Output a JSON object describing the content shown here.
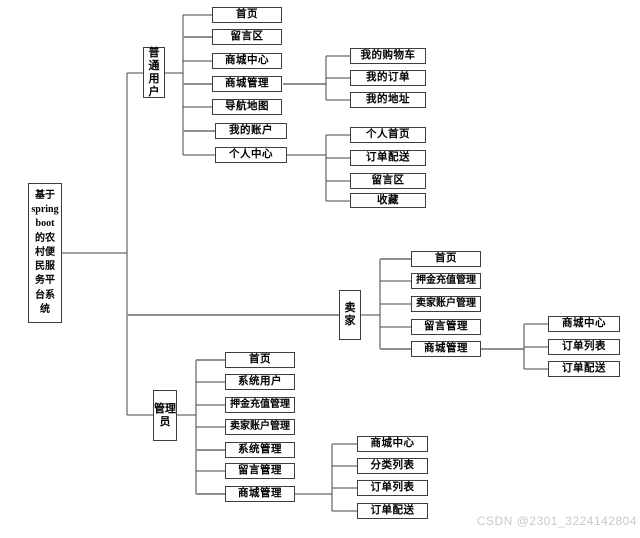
{
  "watermark": "CSDN @2301_3224142804",
  "diagram": {
    "root": {
      "label": "基于\nspring\nboot\n的农\n村便\n民服\n务平\n台系\n统"
    },
    "user": {
      "label": "普通用户",
      "items": [
        "首页",
        "留言区",
        "商城中心",
        "商城管理",
        "导航地图",
        "我的账户",
        "个人中心"
      ],
      "mall": [
        "我的购物车",
        "我的订单",
        "我的地址"
      ],
      "personal": [
        "个人首页",
        "订单配送",
        "留言区",
        "收藏"
      ]
    },
    "seller": {
      "label": "卖家",
      "items": [
        "首页",
        "押金充值管理",
        "卖家账户管理",
        "留言管理",
        "商城管理"
      ],
      "mall": [
        "商城中心",
        "订单列表",
        "订单配送"
      ]
    },
    "admin": {
      "label": "管理员",
      "items": [
        "首页",
        "系统用户",
        "押金充值管理",
        "卖家账户管理",
        "系统管理",
        "留言管理",
        "商城管理"
      ],
      "mall": [
        "商城中心",
        "分类列表",
        "订单列表",
        "订单配送"
      ]
    }
  }
}
